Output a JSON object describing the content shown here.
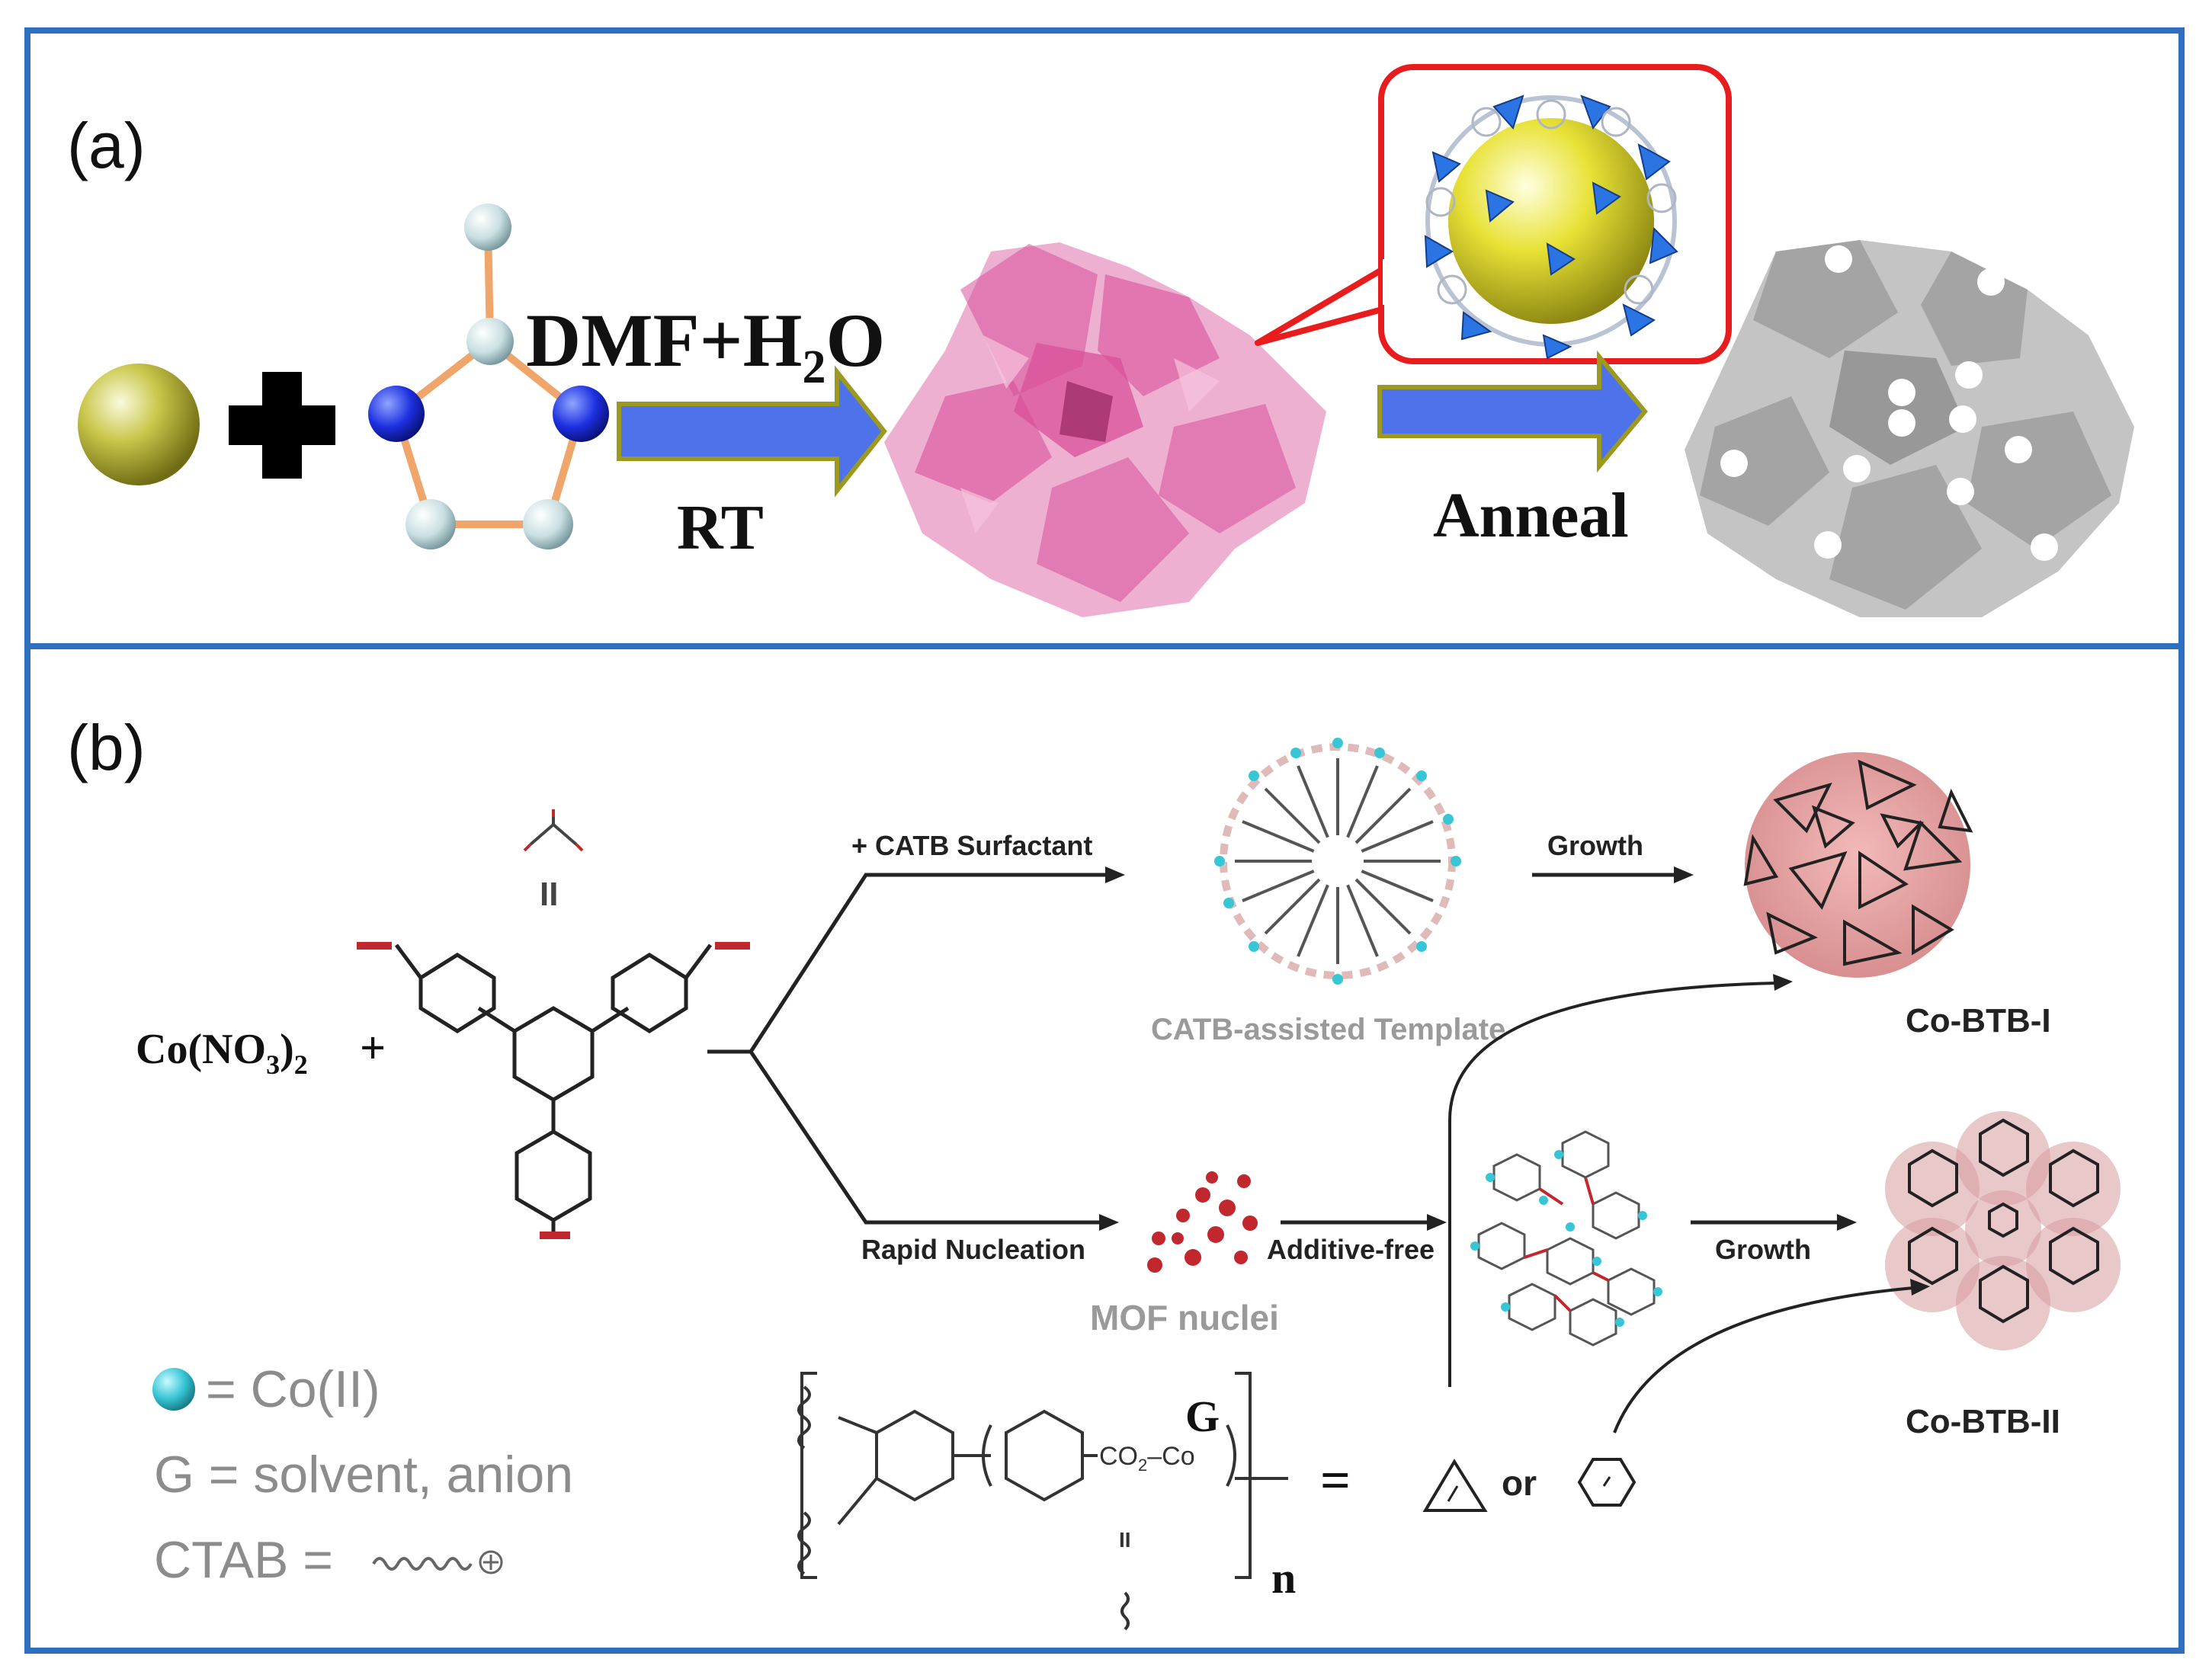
{
  "colors": {
    "frame": "#2f6fc0",
    "arrow_fill": "#4d72ea",
    "arrow_stroke": "#9c9a1e",
    "callout": "#e81c1c",
    "pink_flower": "#d9509a",
    "gray_flower": "#8a8a8a",
    "co_ion": "#37c6d6",
    "nuclei": "#c0282e",
    "yellow_sphere": "#c8c44a"
  },
  "panel_a": {
    "label": "(a)",
    "solvent": "DMF+H",
    "solvent_sub": "2",
    "solvent_tail": "O",
    "condition": "RT",
    "step2": "Anneal"
  },
  "panel_b": {
    "label": "(b)",
    "reactant": "Co(NO",
    "reactant_sub3": "3",
    "reactant_close": ")",
    "reactant_sub2": "2",
    "plus": "+",
    "ligand_eq": "II",
    "route_top": "+ CATB Surfactant",
    "template_caption": "CATB-assisted Template",
    "growth_top": "Growth",
    "product_1": "Co-BTB-I",
    "route_bottom": "Rapid Nucleation",
    "nuclei_caption": "MOF nuclei",
    "additive": "Additive-free",
    "growth_bottom": "Growth",
    "product_2": "Co-BTB-II",
    "legend": {
      "co": "= Co(II)",
      "g": "G = solvent, anion",
      "ctab": "CTAB ="
    },
    "formula": {
      "g": "G",
      "co2co": "CO",
      "co2co_sub": "2",
      "co2co_tail": "–Co",
      "n": "n",
      "equals": "=",
      "or": "or",
      "dbl": "II"
    }
  }
}
